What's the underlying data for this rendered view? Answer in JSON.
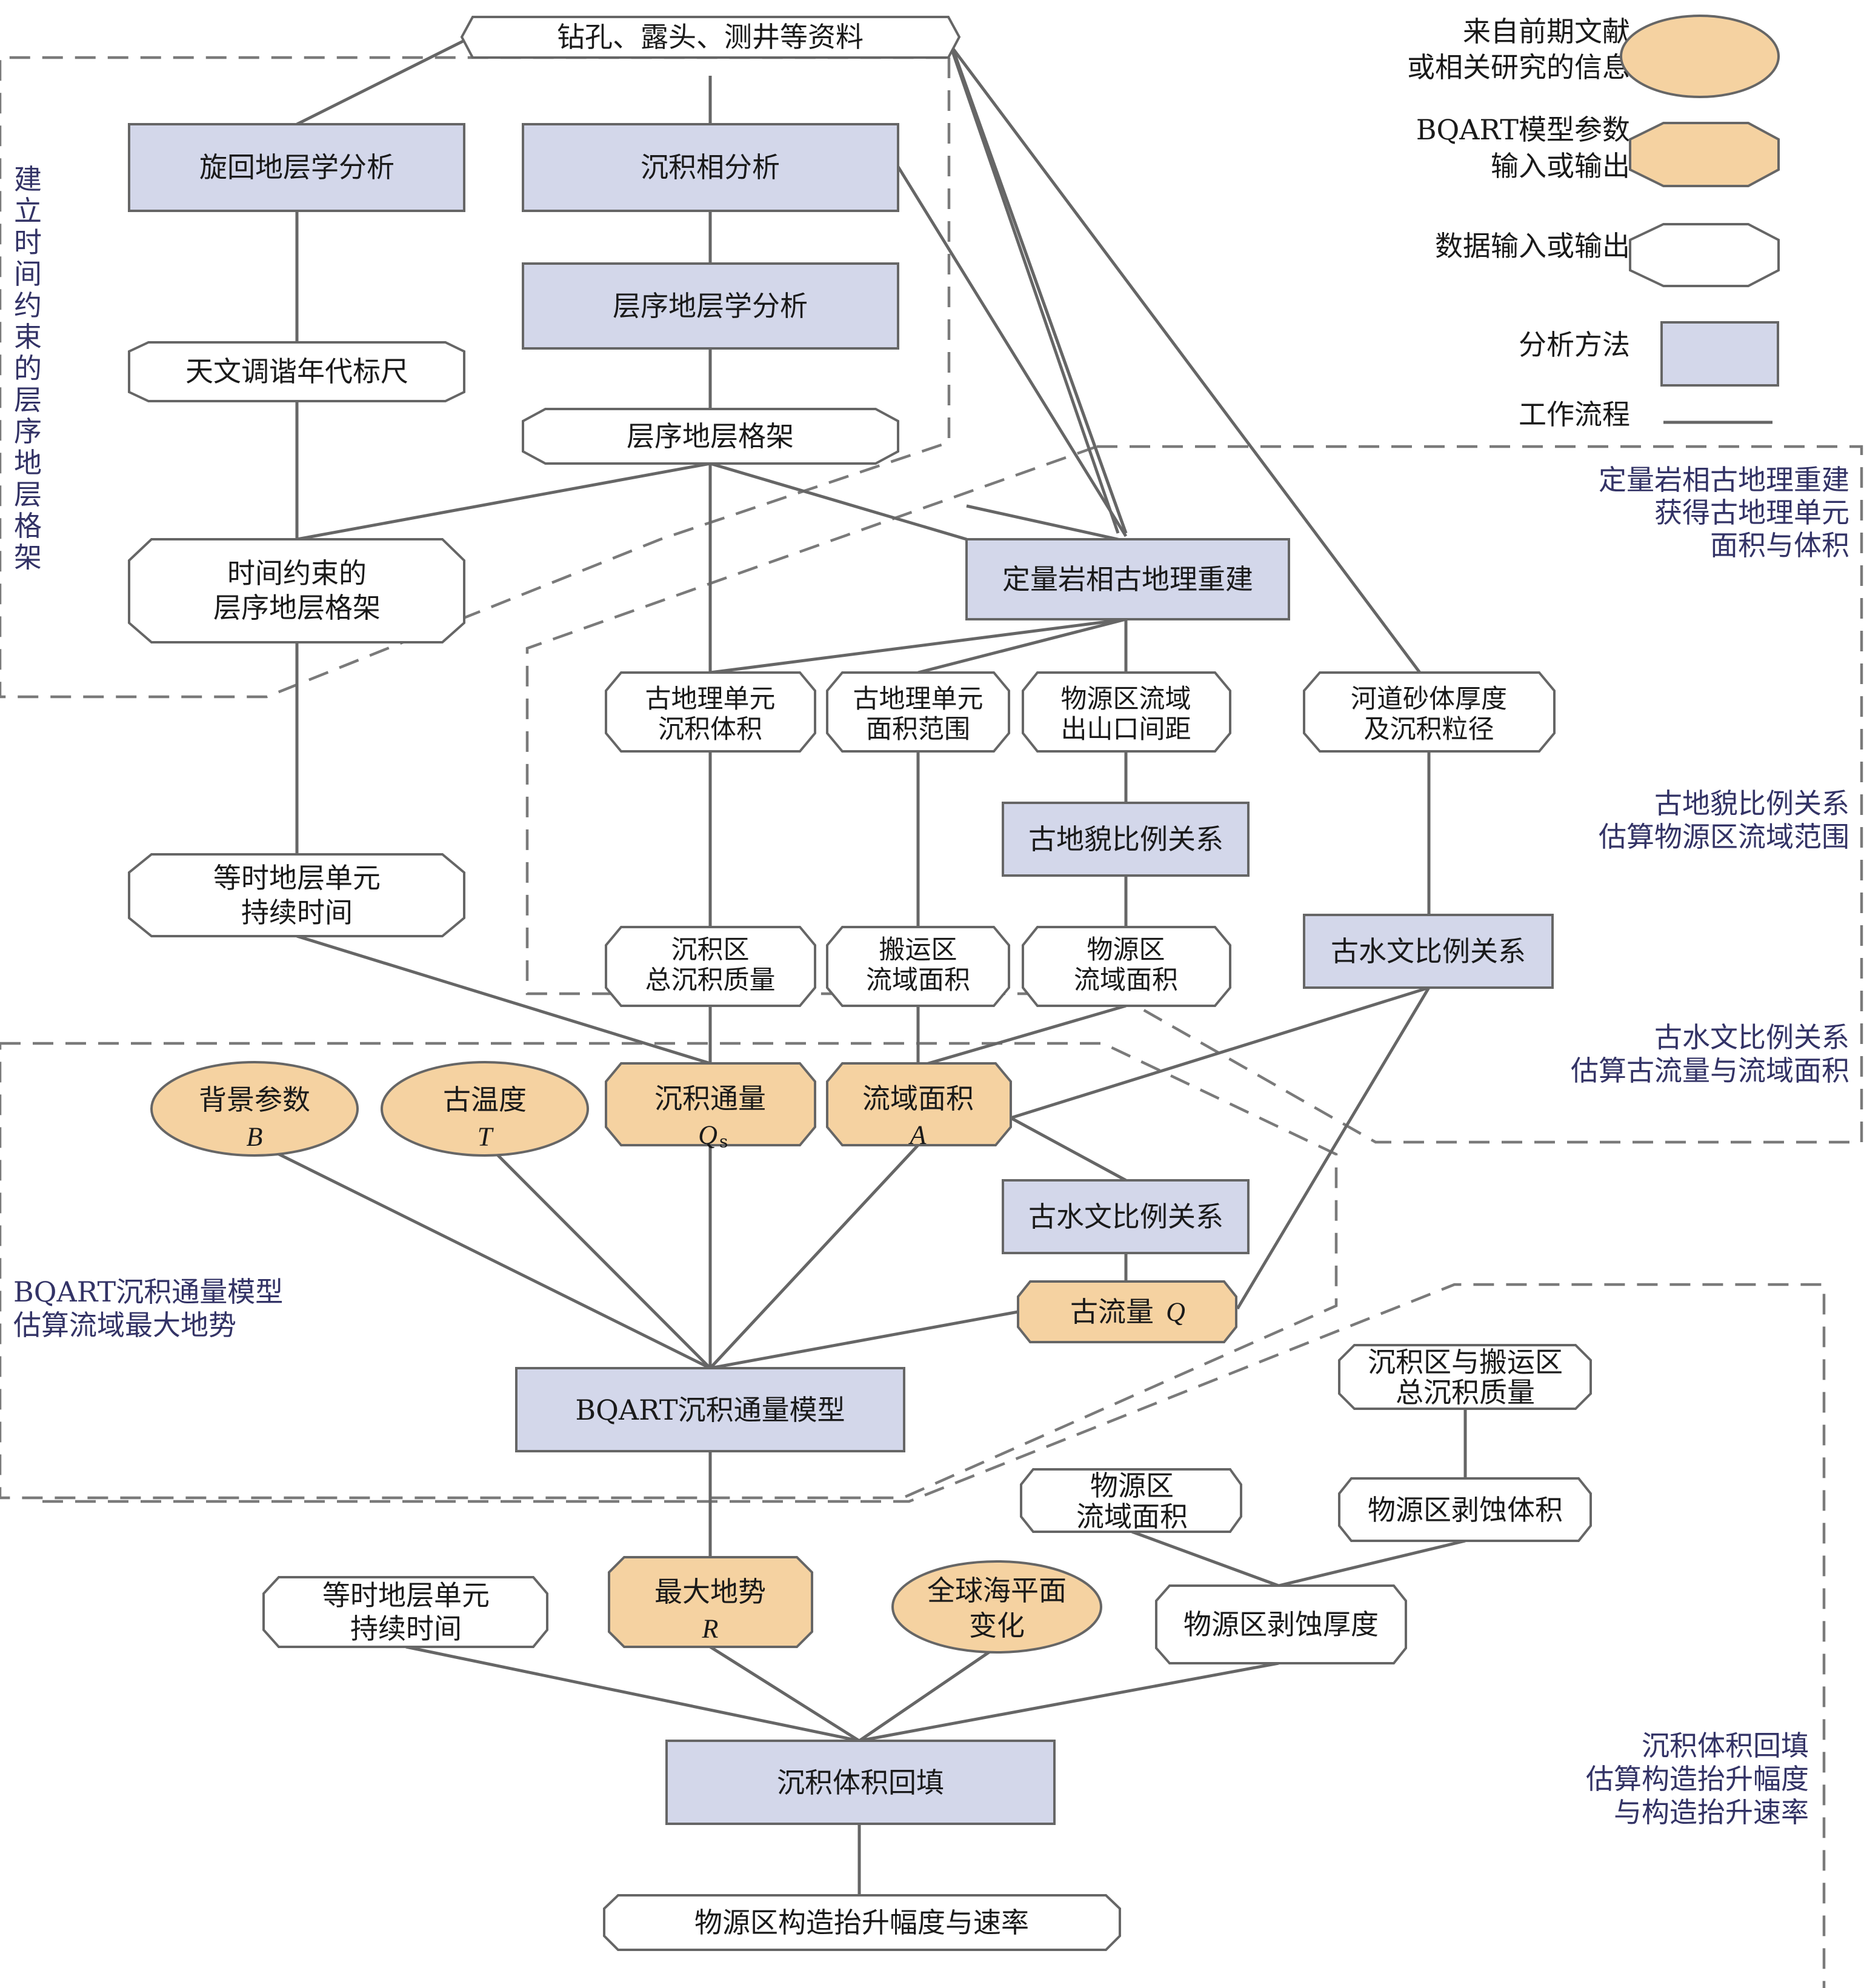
{
  "colors": {
    "method_fill": "#d3d7ea",
    "param_fill": "#f5d2a1",
    "data_fill": "#ffffff",
    "stroke": "#666666",
    "section_text": "#333366"
  },
  "icons": {
    "ellipse": "ellipse-shape",
    "param_hexagon": "orange-hexagon-shape",
    "data_hexagon": "white-hexagon-shape",
    "method_box": "blue-rectangle-shape",
    "flow_line": "line-shape"
  },
  "legend": {
    "literature": [
      "来自前期文献",
      "或相关研究的信息"
    ],
    "bqart_param": [
      "BQART模型参数",
      "输入或输出"
    ],
    "data_io": "数据输入或输出",
    "method": "分析方法",
    "workflow": "工作流程"
  },
  "sections": {
    "timeframe": [
      "建",
      "立",
      "时",
      "间",
      "约",
      "束",
      "的",
      "层",
      "序",
      "地",
      "层",
      "格",
      "架"
    ],
    "paleogeo": [
      "定量岩相古地理重建",
      "获得古地理单元",
      "面积与体积"
    ],
    "geomorph": [
      "古地貌比例关系",
      "估算物源区流域范围"
    ],
    "hydro": [
      "古水文比例关系",
      "估算古流量与流域面积"
    ],
    "bqart": [
      "BQART沉积通量模型",
      "估算流域最大地势"
    ],
    "backfill": [
      "沉积体积回填",
      "估算构造抬升幅度",
      "与构造抬升速率"
    ]
  },
  "nodes": {
    "source_data": "钻孔、露头、测井等资料",
    "cyclostrat": "旋回地层学分析",
    "facies": "沉积相分析",
    "seqstrat": "层序地层学分析",
    "astro_timescale": "天文调谐年代标尺",
    "seq_framework": "层序地层格架",
    "time_framework": [
      "时间约束的",
      "层序地层格架"
    ],
    "paleogeo_recon": "定量岩相古地理重建",
    "unit_volume": [
      "古地理单元",
      "沉积体积"
    ],
    "unit_area": [
      "古地理单元",
      "面积范围"
    ],
    "outlet_spacing": [
      "物源区流域",
      "出山口间距"
    ],
    "channel_thickness": [
      "河道砂体厚度",
      "及沉积粒径"
    ],
    "geomorph_scaling": "古地貌比例关系",
    "hydro_scaling": "古水文比例关系",
    "unit_duration": [
      "等时地层单元",
      "持续时间"
    ],
    "sink_mass": [
      "沉积区",
      "总沉积质量"
    ],
    "transport_area": [
      "搬运区",
      "流域面积"
    ],
    "source_area": [
      "物源区",
      "流域面积"
    ],
    "background": {
      "label": "背景参数",
      "symbol": "B"
    },
    "temperature": {
      "label": "古温度",
      "symbol": "T"
    },
    "sediment_flux": {
      "label": "沉积通量",
      "symbol": "Q",
      "subscript": "s"
    },
    "drainage_area": {
      "label": "流域面积",
      "symbol": "A"
    },
    "hydro_scaling_2": "古水文比例关系",
    "paleo_discharge": {
      "label": "古流量",
      "symbol": "Q"
    },
    "bqart_model": "BQART沉积通量模型",
    "sink_transport_mass": [
      "沉积区与搬运区",
      "总沉积质量"
    ],
    "source_area_2": [
      "物源区",
      "流域面积"
    ],
    "erosion_volume": "物源区剥蚀体积",
    "unit_duration_2": [
      "等时地层单元",
      "持续时间"
    ],
    "max_relief": {
      "label": "最大地势",
      "symbol": "R"
    },
    "sea_level": [
      "全球海平面",
      "变化"
    ],
    "erosion_thickness": "物源区剥蚀厚度",
    "volume_backfill": "沉积体积回填",
    "uplift_output": "物源区构造抬升幅度与速率"
  }
}
